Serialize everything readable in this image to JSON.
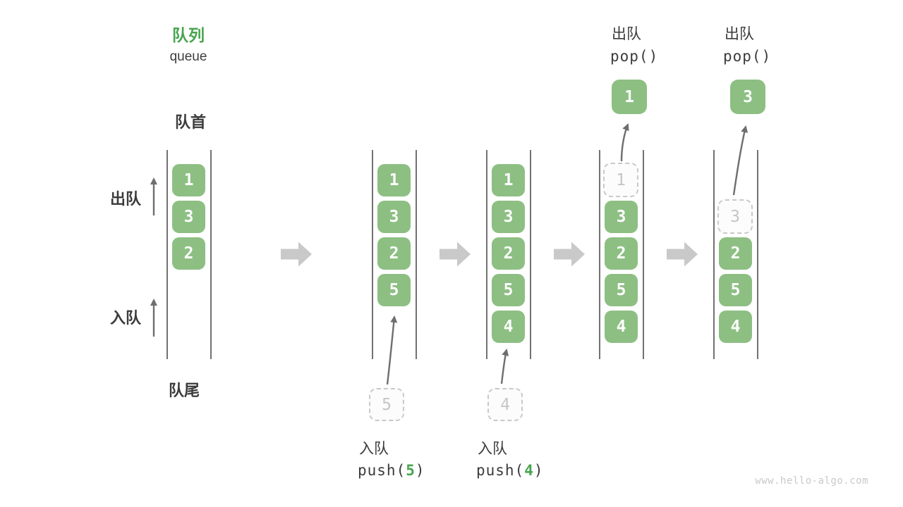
{
  "header": {
    "title_zh": "队列",
    "title_en": "queue"
  },
  "legend": {
    "front_label": "队首",
    "rear_label": "队尾",
    "dequeue_label": "出队",
    "enqueue_label": "入队"
  },
  "icons": {
    "step_arrow": "right-block-arrow",
    "flow_arrow": "up-arrow",
    "transfer_arrow": "curved-up-arrow"
  },
  "colors": {
    "box_green": "#8DBF83",
    "title_green": "#47A44F",
    "accent_green": "#47A44F",
    "ghost_gray": "#C9C9C9",
    "arrow_gray": "#C9C9C9",
    "dark_arrow": "#6E6E6E",
    "text_dark": "#3B3B3B"
  },
  "steps": [
    {
      "name": "initial",
      "items": [
        "1",
        "3",
        "2"
      ]
    },
    {
      "name": "after-push-5",
      "items": [
        "1",
        "3",
        "2",
        "5"
      ],
      "incoming_value": "5",
      "op_label": "入队",
      "op_code_prefix": "push(",
      "op_arg": "5",
      "op_code_suffix": ")"
    },
    {
      "name": "after-push-4",
      "items": [
        "1",
        "3",
        "2",
        "5",
        "4"
      ],
      "incoming_value": "4",
      "op_label": "入队",
      "op_code_prefix": "push(",
      "op_arg": "4",
      "op_code_suffix": ")"
    },
    {
      "name": "after-pop-1",
      "ghost_value": "1",
      "items": [
        "3",
        "2",
        "5",
        "4"
      ],
      "popped_value": "1",
      "op_label": "出队",
      "op_code": "pop()"
    },
    {
      "name": "after-pop-3",
      "ghost_value": "3",
      "items": [
        "2",
        "5",
        "4"
      ],
      "popped_value": "3",
      "op_label": "出队",
      "op_code": "pop()"
    }
  ],
  "watermark": "www.hello-algo.com"
}
